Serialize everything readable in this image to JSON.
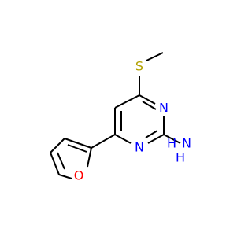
{
  "molecule": {
    "atoms": {
      "sulfur": "S",
      "nitrogen_top": "N",
      "nitrogen_bottom": "N",
      "amine_h": "H",
      "amine_n": "N",
      "oxygen": "O"
    },
    "colors": {
      "carbon_bonds": "#000000",
      "sulfur": "#b2a100",
      "nitrogen": "#0000ff",
      "oxygen": "#ff0000",
      "background": "#ffffff"
    }
  }
}
